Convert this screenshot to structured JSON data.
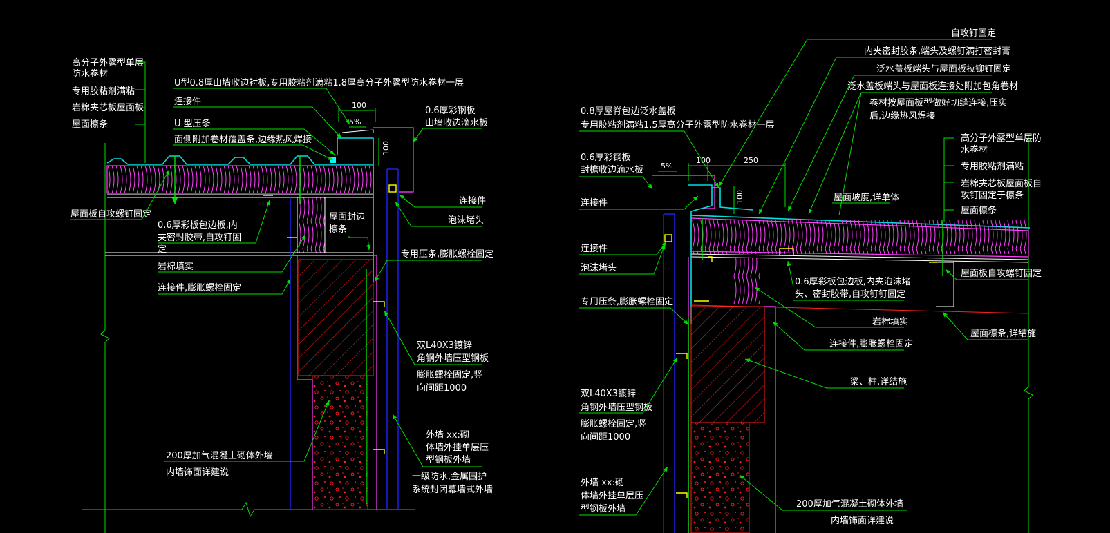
{
  "left": {
    "labels_left": {
      "membrane": "高分子外露型单层",
      "membrane2": "防水卷材",
      "adhesive": "专用胶粘剂满粘",
      "sandwich": "岩棉夹芯板屋面板",
      "purlin": "屋面檩条",
      "screw": "屋面板自攻螺钉固定"
    },
    "labels_top": {
      "u_plate": "U型0.8厚山墙收边衬板,专用胶粘剂满粘1.8厚高分子外露型防水卷材一层",
      "connector": "连接件",
      "u_bead": "U  型压条",
      "cover": "面侧附加卷材覆盖条,边缘热风焊接",
      "steel_plate": "0.6厚彩钢板",
      "drip": "山墙收边滴水板"
    },
    "labels_mid": {
      "edge_plate1": "0.6厚彩板包边板,内",
      "edge_plate2": "夹密封胶带,自攻钉固",
      "edge_plate3": "定",
      "rockwool": "岩棉填实",
      "conn_bolt": "连接件,膨胀螺栓固定",
      "roof_seal1": "屋面封边",
      "roof_seal2": "檩条",
      "conn_right": "连接件",
      "foam": "泡沫堵头",
      "press_bolt": "专用压条,膨胀螺栓固定"
    },
    "labels_right": {
      "angle1": "双L40X3镀锌",
      "angle2": "角钢外墙压型钢板",
      "angle3": "膨胀螺栓固定,竖",
      "angle4": "向间距1000",
      "wall1": "外墙 xx:砌",
      "wall2": "体墙外挂单层压",
      "wall3": "型钢板外墙",
      "grade1": "一级防水,金属围护",
      "grade2": "系统封闭幕墙式外墙"
    },
    "labels_bottom": {
      "aac": "200厚加气混凝土砌体外墙",
      "finish": "内墙饰面详建说"
    },
    "dims": {
      "d100": "100",
      "slope": "5%",
      "h100": "100"
    }
  },
  "right": {
    "labels_top": {
      "self_tap": "自攻钉固定",
      "sealant": "内夹密封胶条,端头及螺钉满打密封膏",
      "flash_rivet": "泛水盖板端头与屋面板拉铆钉固定",
      "flash_extra": "泛水盖板端头与屋面板连接处附加包角卷材",
      "membrane_fold1": "卷材按屋面板型做好切缝连接,压实",
      "membrane_fold2": "后,边缘热风焊接"
    },
    "labels_left": {
      "ridge": "0.8厚屋脊包边泛水盖板",
      "ridge_adh": "专用胶粘剂满粘1.5厚高分子外露型防水卷材一层",
      "steel1": "0.6厚彩钢板",
      "steel2": "封檐收边滴水板",
      "conn1": "连接件",
      "conn2": "连接件",
      "foam": "泡沫堵头",
      "press": "专用压条,膨胀螺栓固定",
      "angle1": "双L40X3镀锌",
      "angle2": "角钢外墙压型钢板",
      "angle3": "膨胀螺栓固定,竖",
      "angle4": "向间距1000",
      "wall1": "外墙 xx:砌",
      "wall2": "体墙外挂单层压",
      "wall3": "型钢板外墙"
    },
    "labels_right": {
      "memb1": "高分子外露型单层防",
      "memb2": "水卷材",
      "adh": "专用胶粘剂满粘",
      "sand1": "岩棉夹芯板屋面板自",
      "sand2": "攻钉固定于檩条",
      "purlin": "屋面檩条",
      "screw": "屋面板自攻螺钉固定",
      "purlin2": "屋面檩条,详结施"
    },
    "labels_mid": {
      "slope": "屋面坡度,详单体",
      "edge1": "0.6厚彩板包边板,内夹泡沫堵",
      "edge2": "头、密封胶带,自攻钉钉固定",
      "rockwool": "岩棉填实",
      "conn_bolt": "连接件,膨胀螺栓固定",
      "beam": "梁、柱,详结施",
      "aac": "200厚加气混凝土砌体外墙",
      "finish": "内墙饰面详建说"
    },
    "dims": {
      "slope": "5%",
      "d100": "100",
      "d250": "250",
      "h100": "100"
    }
  },
  "colors": {
    "leader": "#00e000",
    "text": "#ffffff",
    "insulation": "#ff40ff",
    "membrane": "#00e0e0",
    "wall_line": "#2020ff",
    "hatch": "#ff2020",
    "bracket": "#ffff00"
  }
}
